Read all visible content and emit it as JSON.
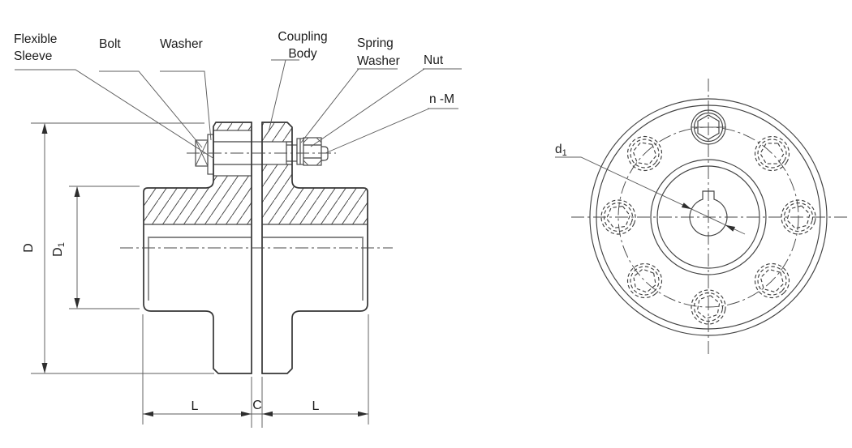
{
  "page": {
    "title": "Flexible sleeve pin coupling drawing",
    "background": "#ffffff",
    "ink_color": "#3a3a3a"
  },
  "left_view": {
    "name": "sectional-front-view",
    "part_labels": {
      "flexible_sleeve_line1": "Flexible",
      "flexible_sleeve_line2": "Sleeve",
      "bolt": "Bolt",
      "washer": "Washer",
      "coupling_body_line1": "Coupling",
      "coupling_body_line2": "Body",
      "spring_washer_line1": "Spring",
      "spring_washer_line2": "Washer",
      "nut": "Nut",
      "bolt_spec": "n -M"
    },
    "dimensions": {
      "outer_diameter": {
        "main": "D"
      },
      "hub_diameter": {
        "main": "D",
        "sub": "1"
      },
      "hub_length_left": "L",
      "gap": "C",
      "hub_length_right": "L"
    }
  },
  "right_view": {
    "name": "side-view",
    "bolt_hole_count": 8,
    "dimensions": {
      "pin_hole_diameter": {
        "main": "d",
        "sub": "1"
      }
    }
  }
}
